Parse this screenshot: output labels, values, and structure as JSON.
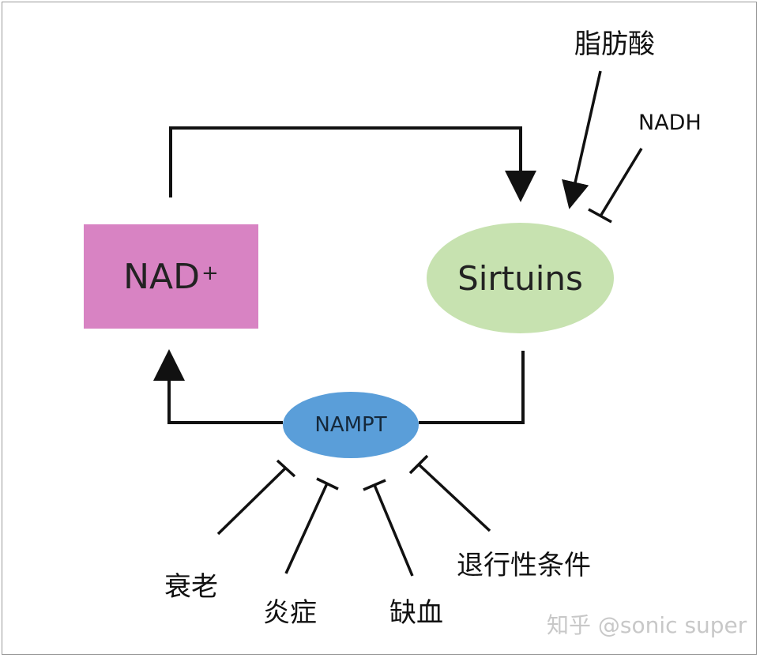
{
  "nodes": {
    "nad": {
      "label": "NAD",
      "superscript": "+",
      "color": "#d883c3"
    },
    "sirtuins": {
      "label": "Sirtuins",
      "color": "#c7e2b0"
    },
    "nampt": {
      "label": "NAMPT",
      "color": "#5a9ed9"
    }
  },
  "regulators": {
    "fatty_acid": "脂肪酸",
    "nadh": "NADH",
    "aging": "衰老",
    "inflammation": "炎症",
    "ischemia": "缺血",
    "degenerative": "退行性条件"
  },
  "watermark": "知乎 @sonic super"
}
